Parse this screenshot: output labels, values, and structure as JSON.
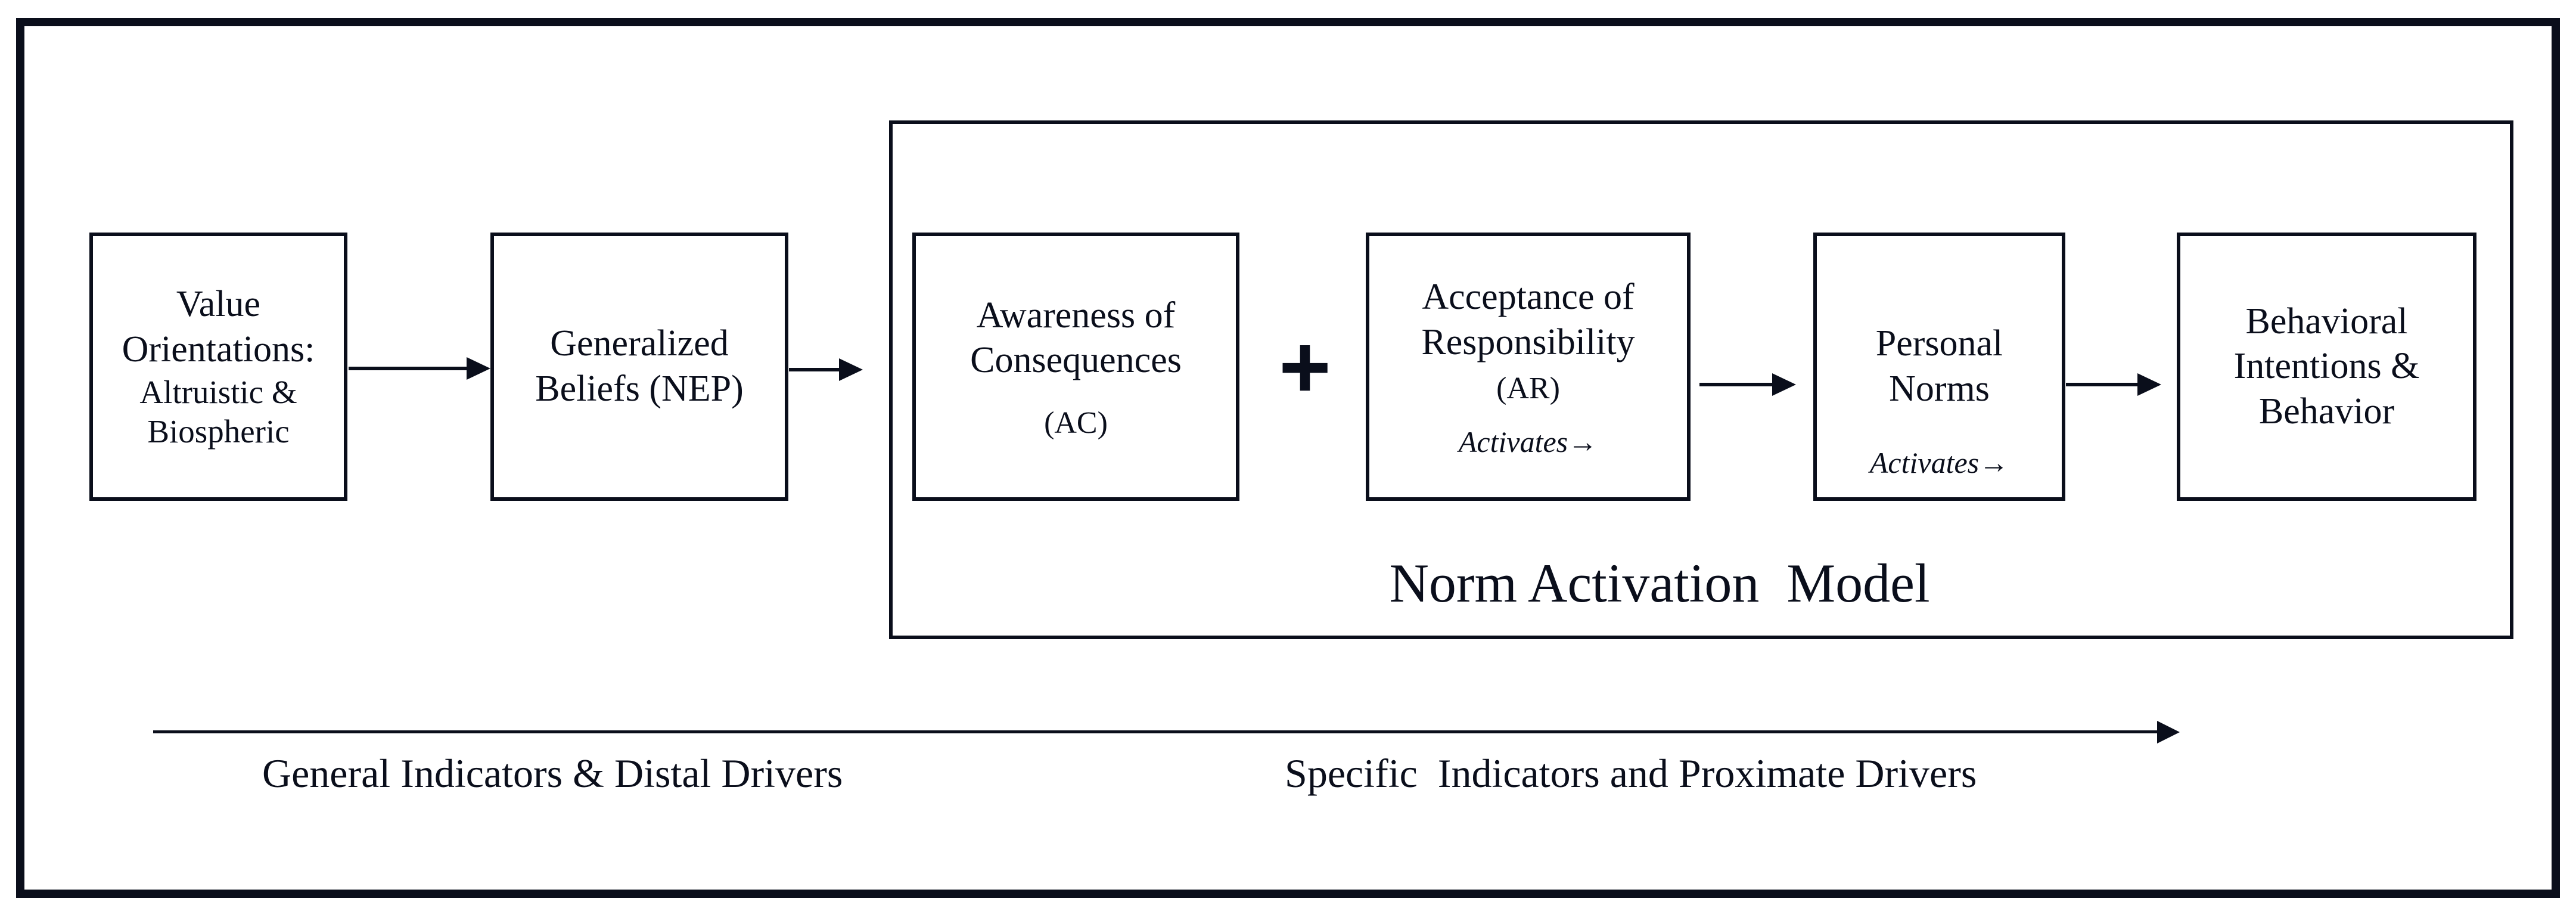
{
  "colors": {
    "ink": "#0a0e1b",
    "bg": "#ffffff"
  },
  "figure": {
    "boxes": {
      "value_orientations": {
        "title": "Value Orientations:",
        "subtitle": "Altruistic & Biospheric"
      },
      "generalized_beliefs": {
        "title": "Generalized Beliefs (NEP)"
      },
      "awareness_of_consequences": {
        "title": "Awareness of Consequences",
        "abbr": "(AC)"
      },
      "acceptance_of_responsibility": {
        "title": "Acceptance of Responsibility",
        "abbr": "(AR)",
        "activates_note": "Activates",
        "activates_arrow": "→"
      },
      "personal_norms": {
        "title": "Personal Norms",
        "activates_note": "Activates",
        "activates_arrow": "→"
      },
      "behavioral_intentions": {
        "title": "Behavioral Intentions & Behavior"
      }
    },
    "plus_sign": "+",
    "nam_label": "Norm Activation  Model",
    "axis": {
      "left_label": "General Indicators & Distal Drivers",
      "right_label": "Specific  Indicators and Proximate Drivers"
    }
  }
}
